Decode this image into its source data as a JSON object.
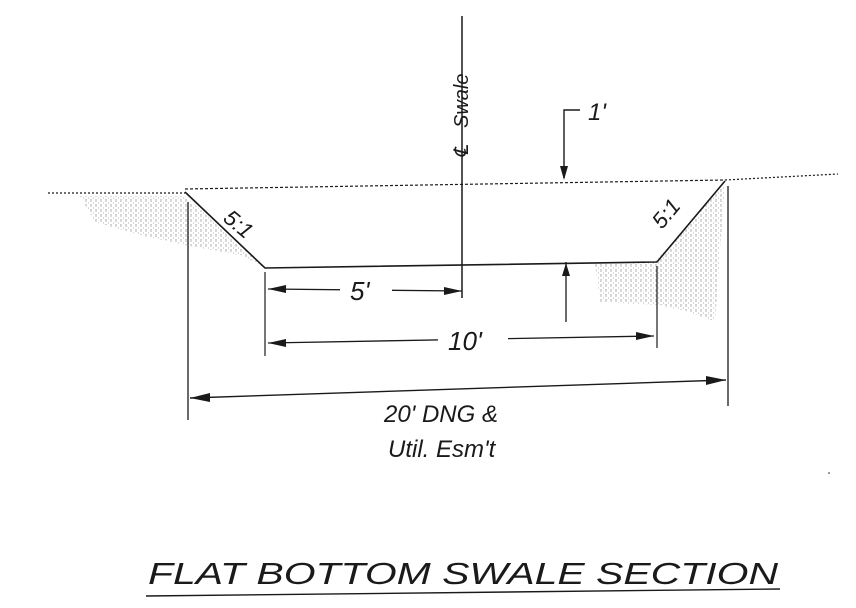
{
  "title": "FLAT BOTTOM SWALE SECTION",
  "centerline_label": "Swale",
  "centerline_symbol": "℄",
  "depth_label": "1'",
  "left_slope_label": "5:1",
  "right_slope_label": "5:1",
  "half_bottom_label": "5'",
  "bottom_width_label": "10'",
  "easement_label_line1": "20' DNG &",
  "easement_label_line2": "Util. Esm't",
  "colors": {
    "ink": "#1a1a1a",
    "hatch": "#555555"
  }
}
